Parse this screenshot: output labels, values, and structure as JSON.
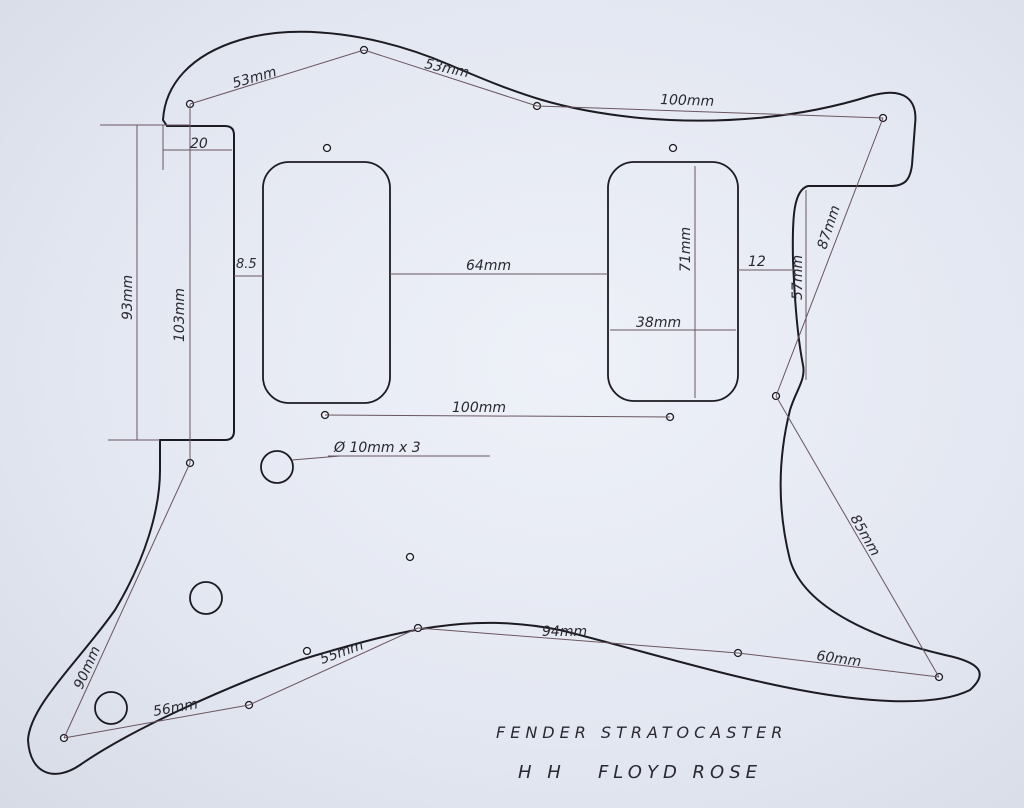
{
  "title": {
    "line1": "FENDER STRATOCASTER",
    "line2": "H H   FLOYD ROSE"
  },
  "dimensions": {
    "top_left": "53mm",
    "top_mid": "53mm",
    "top_right": "100mm",
    "neck_pocket_width": "20",
    "neck_pocket_height": "93mm",
    "neck_side_height": "103mm",
    "neck_to_pickup": "8.5",
    "pickup_spacing": "64mm",
    "pickup_height": "71mm",
    "pickup_width": "38mm",
    "pickup_to_edge": "12",
    "horn_gap": "57mm",
    "horn_diag": "87mm",
    "lower_right": "85mm",
    "hole_span": "100mm",
    "knob_holes": "Ø 10mm x 3",
    "bottom_left_diag": "90mm",
    "bottom_left": "56mm",
    "bottom_mid": "55mm",
    "bottom_94": "94mm",
    "bottom_right": "60mm"
  },
  "colors": {
    "paper": "#e6e9f2",
    "ink": "#1d1b22",
    "dimension_line": "#6a5560"
  }
}
